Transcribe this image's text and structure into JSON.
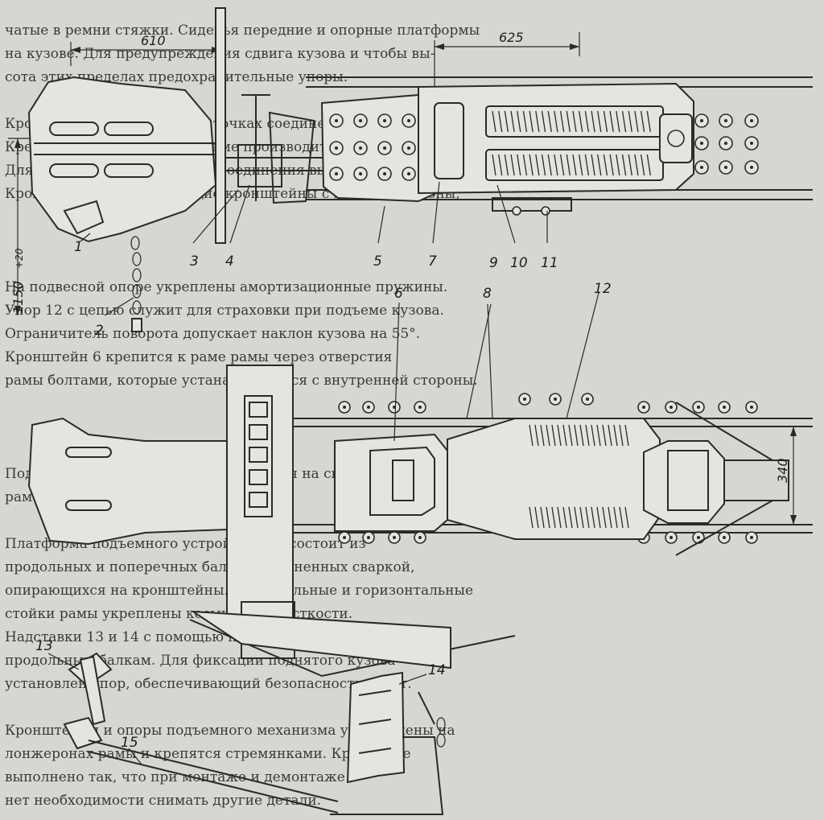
{
  "figure": {
    "background_color": "#d6d6d2",
    "ink_color": "#2a2a2a",
    "dimensions": {
      "d610": "610",
      "d625": "625",
      "d1150": "1150",
      "d1150_tol": "+20",
      "d340": "340"
    },
    "callouts": [
      "1",
      "2",
      "3",
      "4",
      "5",
      "7",
      "10",
      "11",
      "6",
      "8",
      "9",
      "12",
      "13",
      "14",
      "15"
    ]
  },
  "text_lines": [
    "",
    "чатые в ремни стяжки. Сиденья передние и опорные платформы",
    "на кузове. Для предупреждения сдвига кузова и чтобы вы-",
    "сота этих пределах предохранительные упоры.",
    "",
    "Кронштейны установлены в точках соединения кузова с рамой.",
    "Крепление кронштейнов к раме производится стремянками.",
    "Для удобства демонтажа все соединения выполнены на болтах.",
    "Кроме того, болты, крепящие кронштейны с нижней стороны,",
    "",
    "",
    "",
    "На подвесной опоре укреплены амортизационные пружины.",
    "Упор 12 с цепью служит для страховки при подъеме кузова.",
    "Ограничитель поворота допускает наклон кузова на 55°.",
    "Кронштейн 6 крепится к раме рамы через отверстия",
    "рамы болтами, которые устанавливаются с внутренней стороны.",
    "",
    "",
    "",
    "Подъемное устройство устанавливается на специальной",
    "раме кузова и закрепляется болтами.",
    "",
    "Платформа подъемного устройства 15 состоит из",
    "продольных и поперечных балок, соединенных сваркой,",
    "опирающихся на кронштейны. Вертикальные и горизонтальные",
    "стойки рамы укреплены косынками жесткости.",
    "Надставки 13 и 14 с помощью пальцев крепятся к",
    "продольным балкам. Для фиксации поднятого кузова",
    "установлен упор, обеспечивающий безопасность работ.",
    "",
    "Кронштейны и опоры подъемного механизма установлены на",
    "лонжеронах рамы и крепятся стремянками. Крепление",
    "выполнено так, что при монтаже и демонтаже",
    "нет необходимости снимать другие детали."
  ]
}
